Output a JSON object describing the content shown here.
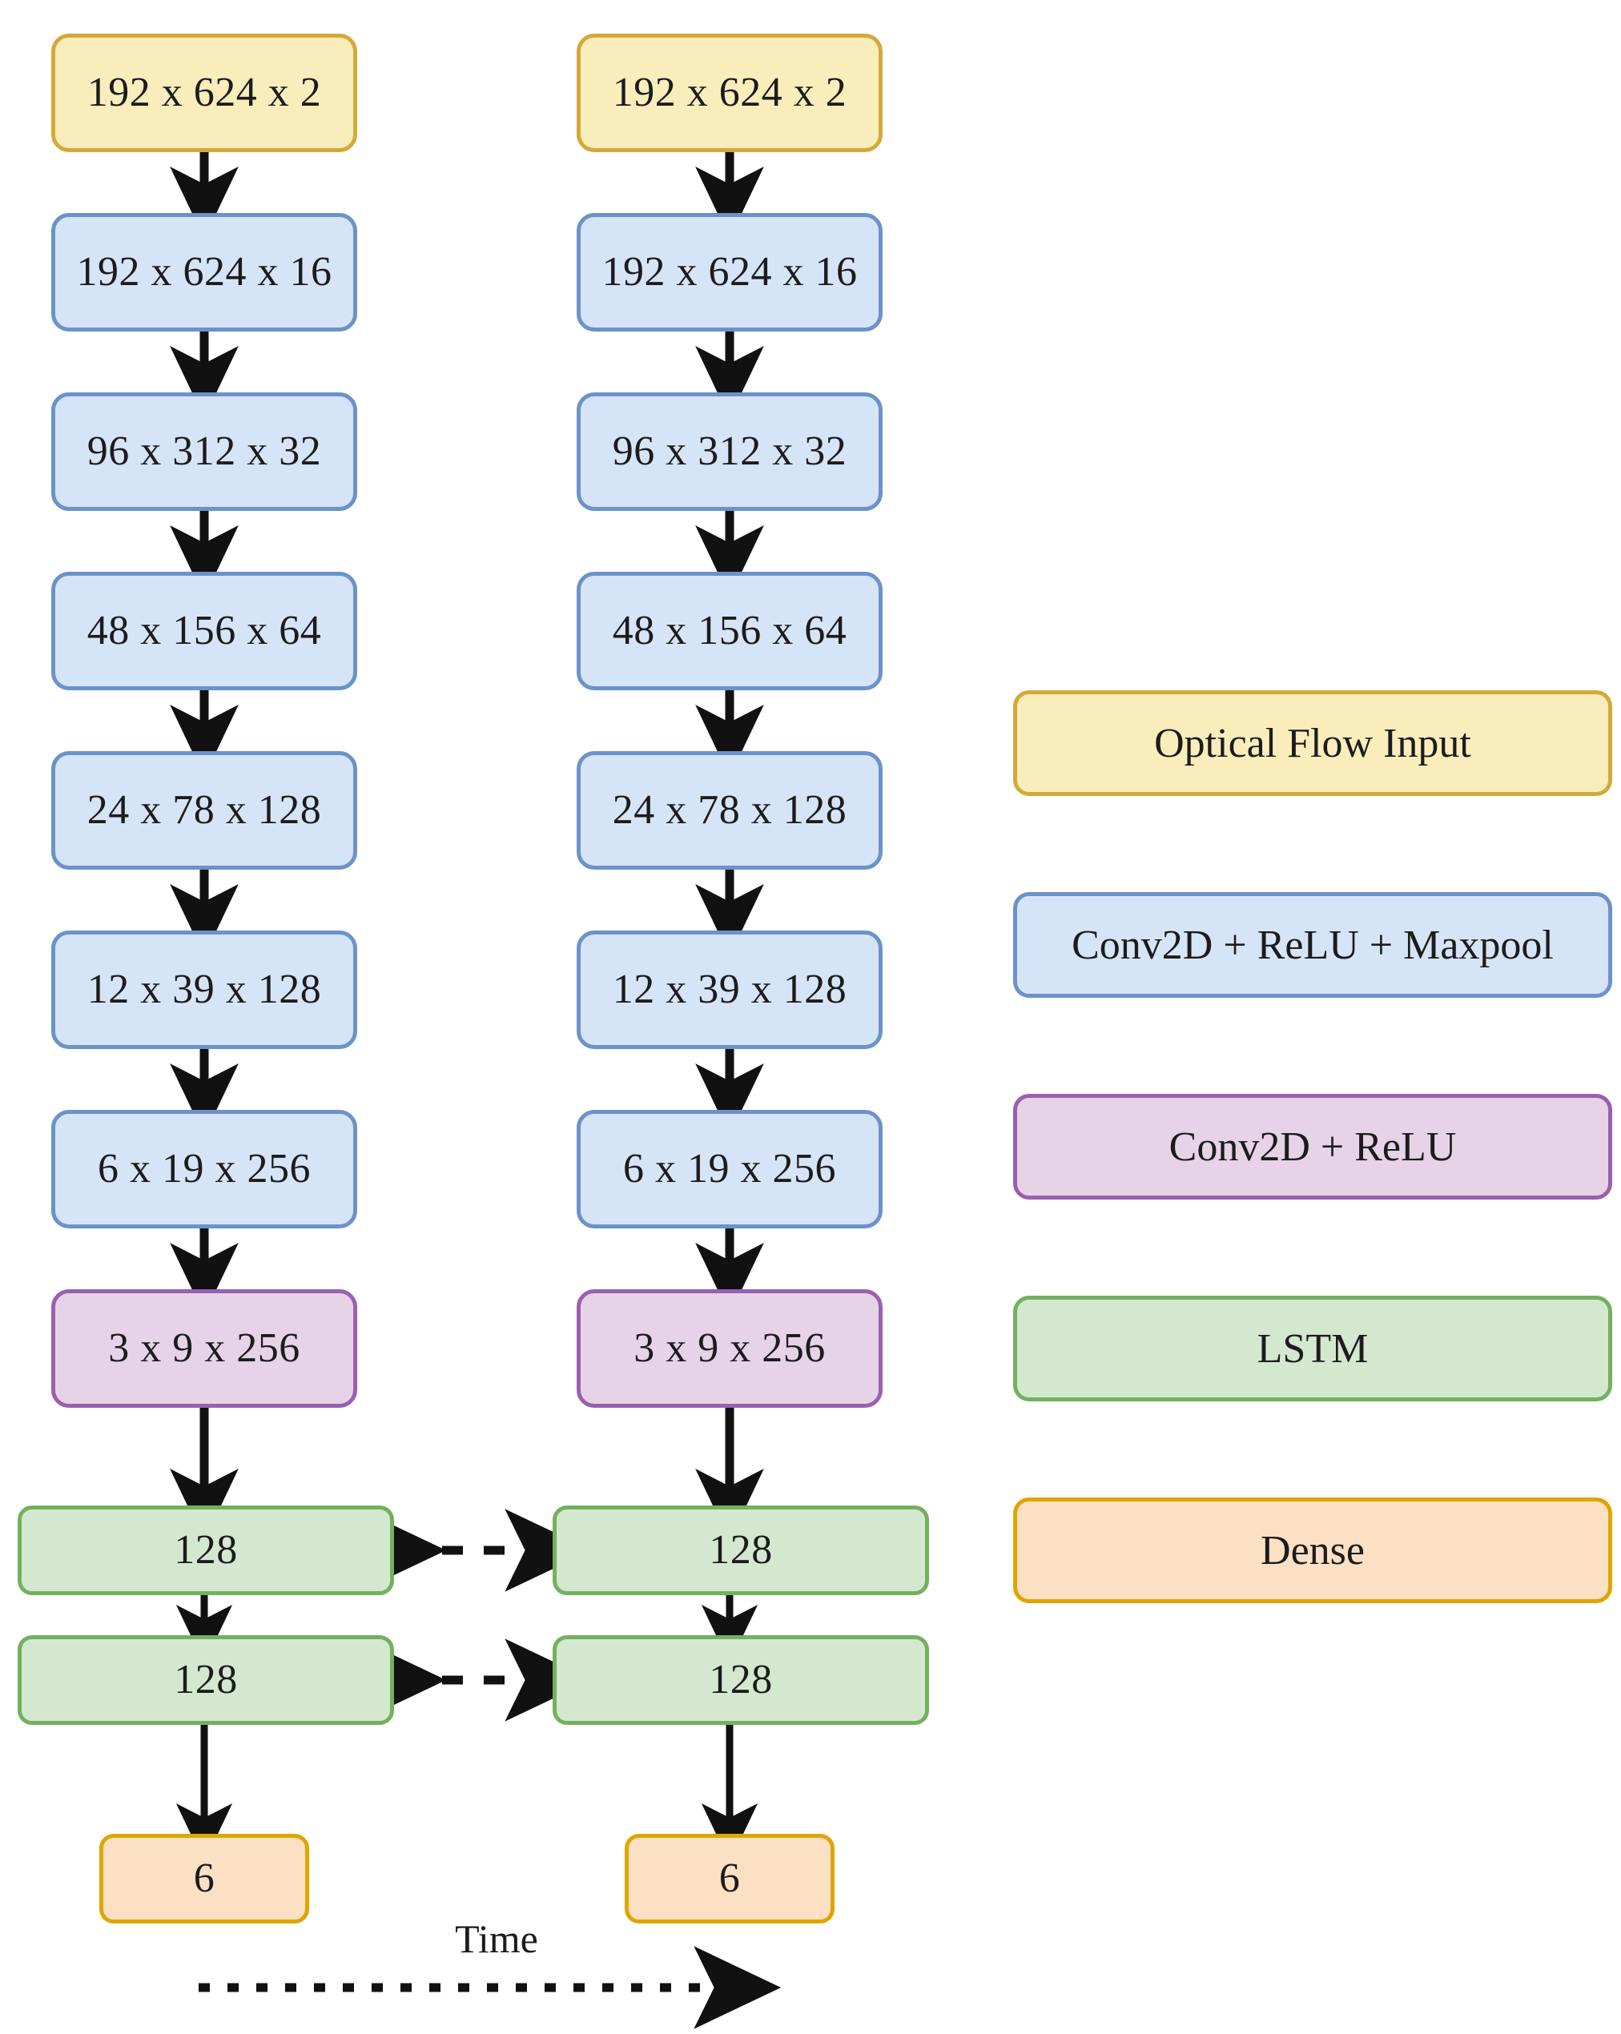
{
  "figure": {
    "type": "neural-network-architecture-diagram",
    "description": "Two-timestep CNN-LSTM architecture for optical flow input"
  },
  "colors": {
    "input_fill": "#FAEDBC",
    "input_border": "#D4A93A",
    "conv_maxpool_fill": "#D6E4F7",
    "conv_maxpool_border": "#6B93C9",
    "conv_fill": "#E6D3E8",
    "conv_border": "#9B5FB0",
    "lstm_fill": "#D4E8D0",
    "lstm_border": "#74B05F",
    "dense_fill": "#FBE0C4",
    "dense_border": "#E0A500",
    "arrow": "#111111"
  },
  "columns": [
    {
      "name": "timestep-1",
      "nodes": [
        {
          "label": "192 x 624 x 2",
          "type": "input"
        },
        {
          "label": "192 x 624 x 16",
          "type": "conv_maxpool"
        },
        {
          "label": "96 x 312 x 32",
          "type": "conv_maxpool"
        },
        {
          "label": "48 x 156 x 64",
          "type": "conv_maxpool"
        },
        {
          "label": "24 x 78 x 128",
          "type": "conv_maxpool"
        },
        {
          "label": "12 x 39 x 128",
          "type": "conv_maxpool"
        },
        {
          "label": "6 x 19 x 256",
          "type": "conv_maxpool"
        },
        {
          "label": "3 x 9 x 256",
          "type": "conv"
        },
        {
          "label": "128",
          "type": "lstm"
        },
        {
          "label": "128",
          "type": "lstm"
        },
        {
          "label": "6",
          "type": "dense"
        }
      ]
    },
    {
      "name": "timestep-2",
      "nodes": [
        {
          "label": "192 x 624 x 2",
          "type": "input"
        },
        {
          "label": "192 x 624 x 16",
          "type": "conv_maxpool"
        },
        {
          "label": "96 x 312 x 32",
          "type": "conv_maxpool"
        },
        {
          "label": "48 x 156 x 64",
          "type": "conv_maxpool"
        },
        {
          "label": "24 x 78 x 128",
          "type": "conv_maxpool"
        },
        {
          "label": "12 x 39 x 128",
          "type": "conv_maxpool"
        },
        {
          "label": "6 x 19 x 256",
          "type": "conv_maxpool"
        },
        {
          "label": "3 x 9 x 256",
          "type": "conv"
        },
        {
          "label": "128",
          "type": "lstm"
        },
        {
          "label": "128",
          "type": "lstm"
        },
        {
          "label": "6",
          "type": "dense"
        }
      ]
    }
  ],
  "legend": {
    "items": [
      {
        "label": "Optical Flow Input",
        "type": "input"
      },
      {
        "label": "Conv2D + ReLU + Maxpool",
        "type": "conv_maxpool"
      },
      {
        "label": "Conv2D + ReLU",
        "type": "conv"
      },
      {
        "label": "LSTM",
        "type": "lstm"
      },
      {
        "label": "Dense",
        "type": "dense"
      }
    ]
  },
  "time_axis": {
    "label": "Time",
    "style": "dotted-arrow-right"
  },
  "recurrent_links": [
    {
      "from": "timestep-1.lstm-1",
      "to": "timestep-2.lstm-1",
      "style": "dashed-bidirectional"
    },
    {
      "from": "timestep-1.lstm-2",
      "to": "timestep-2.lstm-2",
      "style": "dashed-bidirectional"
    }
  ]
}
